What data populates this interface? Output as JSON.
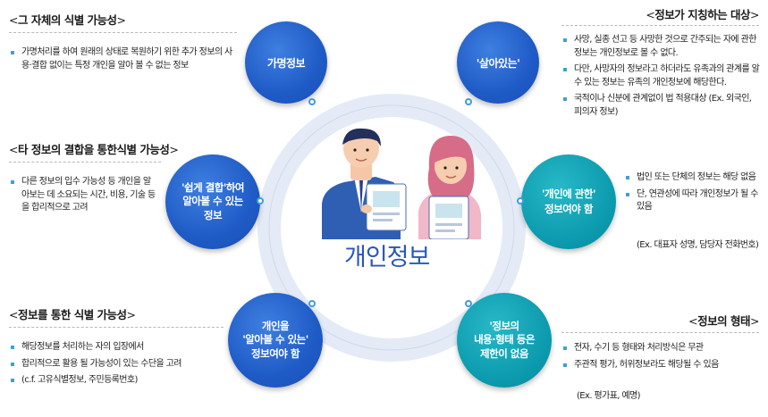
{
  "center": {
    "title": "개인정보"
  },
  "nodes": {
    "pseudonym": "가명정보",
    "alive": "'살아있는'",
    "easily_combined_1": "'쉽게 결합'하여",
    "easily_combined_2": "알아볼 수 있는",
    "easily_combined_3": "정보",
    "about_individual_1": "'개인에 관한'",
    "about_individual_2": "정보여야 함",
    "identifiable_1": "개인을",
    "identifiable_2": "'알아볼 수 있는'",
    "identifiable_3": "정보여야 함",
    "form_1": "'정보의",
    "form_2": "내용·형태 등은",
    "form_3": "제한이 없음"
  },
  "sections": {
    "self_id": {
      "title": "그 자체의 식별 가능성",
      "items": [
        "가명처리를 하여 원래의 상태로 복원하기 위한 추가 정보의 사용·결합 없이는 특정 개인을 알아 볼 수 없는 정보"
      ]
    },
    "combine_id": {
      "title": "타 정보의 결합을 통한식별 가능성",
      "items": [
        "다른 정보의 입수 가능성 등 개인을 알아보는 데 소요되는 시간, 비용, 기술 등을 합리적으로 고려"
      ]
    },
    "info_id": {
      "title": "정보를 통한 식별 가능성",
      "items": [
        "해당정보를 처리하는 자의 입장에서",
        "  합리적으로 활용 될 가능성이 있는 수단을 고려",
        "(c.f. 고유식별정보, 주민등록번호)"
      ]
    },
    "target": {
      "title": "정보가 지칭하는 대상",
      "items": [
        "사망, 실종 선고 등 사망한 것으로 간주되는 자에 관한 정보는 개인정보로 볼 수 없다.",
        "다만, 사망자의 정보라고 하더라도 유족과의 관계를 알 수 있는 정보는 유족의 개인정보에 해당한다.",
        "국적이나 신분에 관계없이 법 적용대상 (Ex. 외국인, 피의자 정보)"
      ]
    },
    "individual": {
      "items": [
        "법인 또는 단체의 정보는 해당 없음",
        "단, 연관성에 따라 개인정보가 될 수 있음",
        "(Ex. 대표자 성명, 담당자 전화번호)"
      ]
    },
    "form": {
      "title": "정보의 형태",
      "items": [
        "전자, 수기 등 형태와 처리방식은 무관",
        "주관적 평가, 허위정보라도 해당될 수 있음"
      ],
      "example": "(Ex. 평가표, 예명)"
    }
  },
  "colors": {
    "blue": "#1f5bc6",
    "teal": "#0c9aae",
    "bullet": "#3fa0d6",
    "ring": "#dde5f2"
  }
}
